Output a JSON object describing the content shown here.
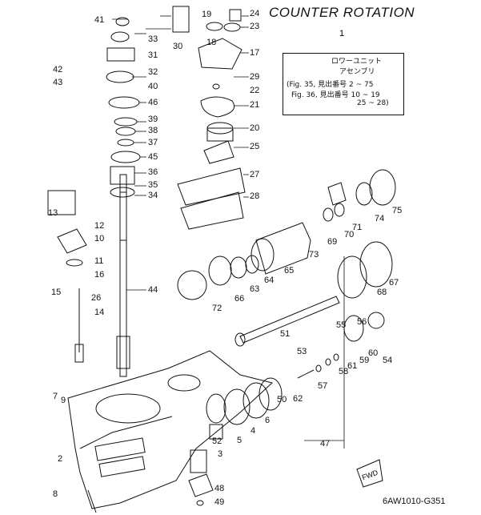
{
  "title": "COUNTER ROTATION",
  "note_box": {
    "ref": "1",
    "line1": "ロワーユニット",
    "line2": "アセンブリ",
    "line3": "(Fig. 35, 見出番号 2 ~ 75",
    "line4": "Fig. 36, 見出番号 10 ~ 19",
    "line5": "25 ~ 28)"
  },
  "drawing_code": "6AW1010-G351",
  "fwd_label": "FWD",
  "parts": [
    "2",
    "3",
    "4",
    "5",
    "6",
    "7",
    "8",
    "9",
    "10",
    "11",
    "12",
    "13",
    "14",
    "15",
    "16",
    "17",
    "18",
    "19",
    "20",
    "21",
    "22",
    "23",
    "24",
    "25",
    "26",
    "27",
    "28",
    "29",
    "30",
    "31",
    "32",
    "33",
    "34",
    "35",
    "36",
    "37",
    "38",
    "39",
    "40",
    "41",
    "42",
    "43",
    "44",
    "45",
    "46",
    "47",
    "48",
    "49",
    "50",
    "51",
    "52",
    "53",
    "54",
    "55",
    "56",
    "57",
    "58",
    "59",
    "60",
    "61",
    "62",
    "63",
    "64",
    "65",
    "66",
    "67",
    "68",
    "69",
    "70",
    "71",
    "72",
    "73",
    "74",
    "75"
  ]
}
